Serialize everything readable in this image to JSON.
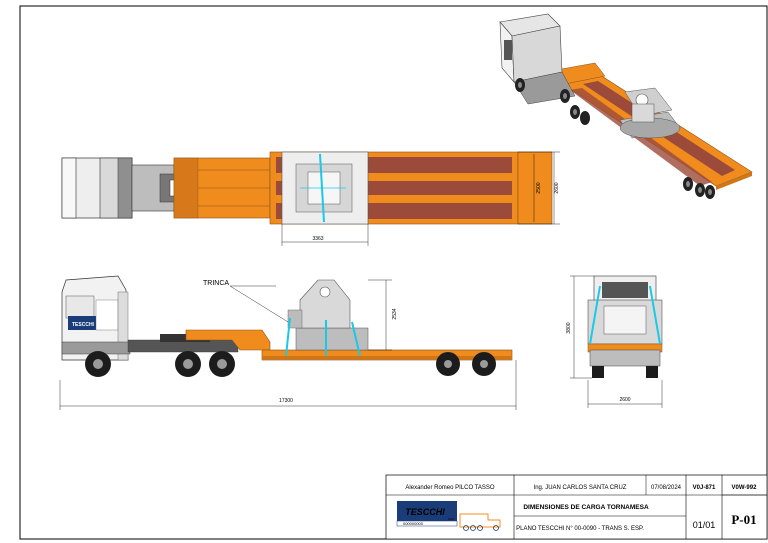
{
  "drawing": {
    "annotation_label": "TRINCA",
    "dimensions": {
      "platform_width": "3363",
      "top_width_inner": "2500",
      "top_width_outer": "2600",
      "load_height": "2534",
      "total_length": "17300",
      "front_height": "3800",
      "front_width": "2600"
    }
  },
  "title_block": {
    "drawn_by": "Alexander Romeo PILCO TASSO",
    "engineer": "Ing. JUAN CARLOS SANTA CRUZ",
    "date": "07/08/2024",
    "code1": "V0J-871",
    "code2": "V0W-992",
    "title": "DIMENSIONES DE CARGA TORNAMESA",
    "plan_ref": "PLANO TESCCHI N° 00-0090 - TRANS S. ESP.",
    "sheet": "01/01",
    "plan_code": "P-01",
    "company": "TESCCHI",
    "company_sub": "SAC",
    "company_bar": "000000000"
  },
  "colors": {
    "orange": "#f08c1e",
    "brown": "#9c4a3a",
    "cyan": "#19c9e6",
    "gray": "#cfcfcf",
    "navy": "#1a3c78"
  }
}
